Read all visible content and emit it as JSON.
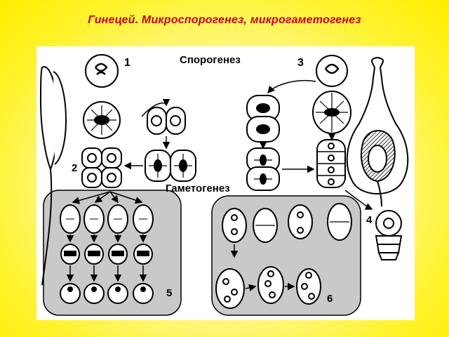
{
  "slide": {
    "title": "Гинецей. Микроспорогенез, микрогаметогенез"
  },
  "diagram": {
    "section_labels": {
      "sporogenesis": "Спорогенез",
      "gametogenesis": "Гаметогенез"
    },
    "stage_numbers": [
      "1",
      "2",
      "3",
      "4",
      "5",
      "6"
    ]
  }
}
